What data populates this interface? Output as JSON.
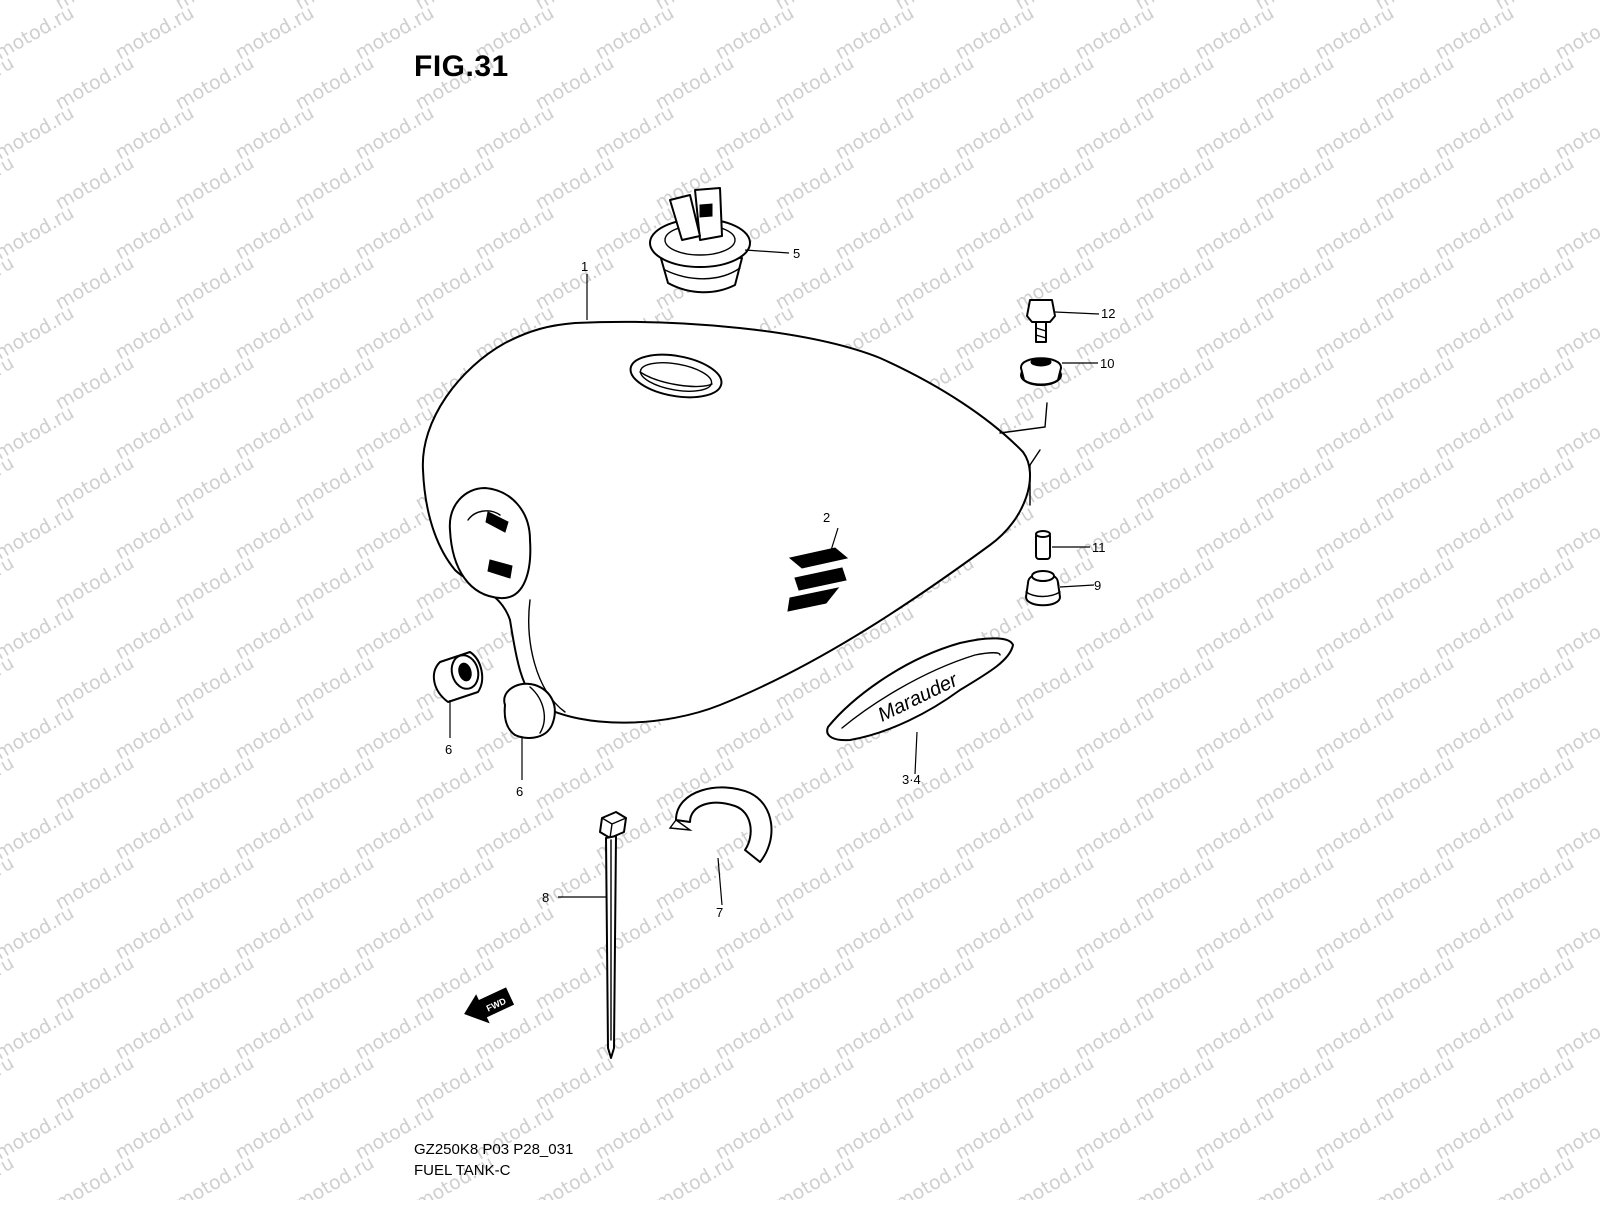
{
  "figure": {
    "title": "FIG.31",
    "model_code": "GZ250K8 P03 P28_031",
    "name": "FUEL TANK-C"
  },
  "watermark": {
    "text": "motod.ru",
    "color": "#cfcfcf"
  },
  "emblem_script": "Marauder",
  "direction_badge": "FWD",
  "callouts": {
    "c1": "1",
    "c2": "2",
    "c34": "3·4",
    "c5": "5",
    "c6a": "6",
    "c6b": "6",
    "c7": "7",
    "c8": "8",
    "c9": "9",
    "c10": "10",
    "c11": "11",
    "c12": "12"
  }
}
